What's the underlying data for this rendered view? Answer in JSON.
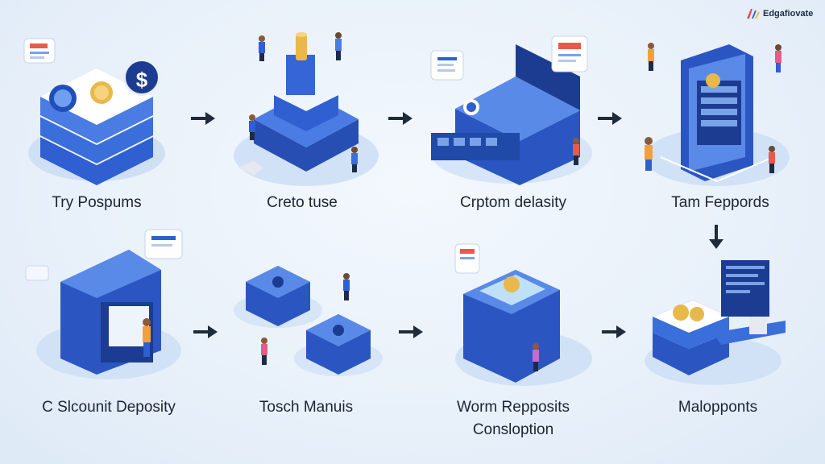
{
  "brand": {
    "name": "Edgafiovate"
  },
  "steps": [
    {
      "label": "Try Pospums"
    },
    {
      "label": "Creto tuse"
    },
    {
      "label": "Crptom delasity"
    },
    {
      "label": "Tam Feppords"
    },
    {
      "label": "Slcounit Deposity"
    },
    {
      "label": "Tosch Manuis"
    },
    {
      "label": "Worm Repposits Consloption"
    },
    {
      "label": "Malopponts"
    }
  ],
  "tags": {
    "slash": "$",
    "cash": "$",
    "step5_prefix": "C"
  },
  "colors": {
    "accent": "#2f62d8",
    "dark_blue": "#1c3c91",
    "coin": "#e9b84a",
    "arrow": "#1f2a3a"
  }
}
